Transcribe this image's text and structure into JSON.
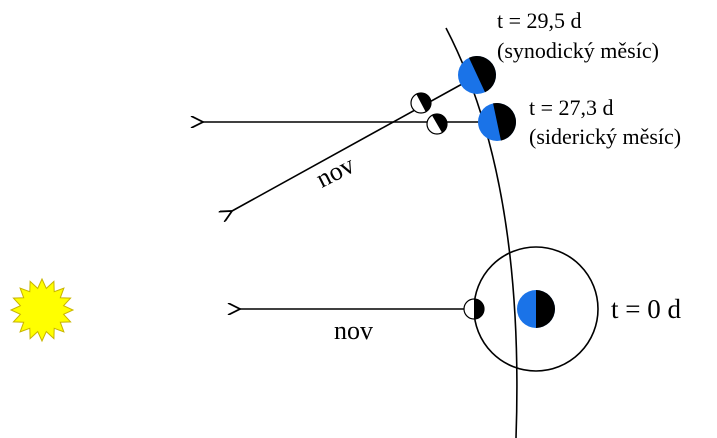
{
  "labels": {
    "synodic_time": "t = 29,5 d",
    "synodic_name": "(synodický měsíc)",
    "sidereal_time": "t = 27,3 d",
    "sidereal_name": "(siderický měsíc)",
    "start_time": "t = 0 d",
    "new_moon_start": "nov",
    "new_moon_synodic": "nov"
  },
  "colors": {
    "sun": "#ffff00",
    "sun_outline": "#c8b400",
    "earth_day": "#1a73e8",
    "earth_night": "#000000",
    "moon_lit": "#ffffff",
    "moon_dark": "#000000",
    "ink": "#000000"
  },
  "icons": {
    "sun": "sun-icon",
    "earth": "earth-icon",
    "moon": "moon-icon"
  }
}
